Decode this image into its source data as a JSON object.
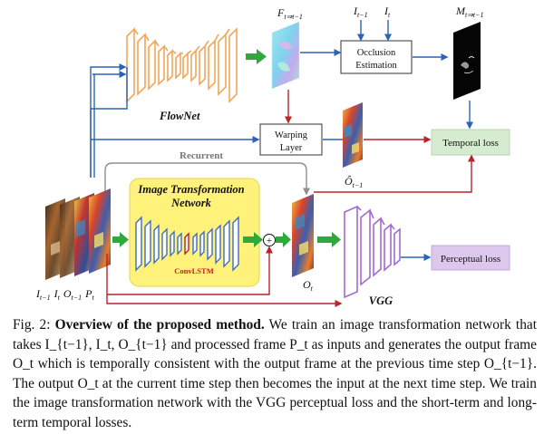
{
  "figure": {
    "flownet_label": "FlowNet",
    "flow_label": "F",
    "flow_subscript": "t⇒t−1",
    "occlusion_label_line1": "Occlusion",
    "occlusion_label_line2": "Estimation",
    "input_prev_label": "I",
    "input_prev_sub": "t−1",
    "input_cur_label": "I",
    "input_cur_sub": "t",
    "mask_label": "M",
    "mask_sub": "t⇒t−1",
    "warping_label_line1": "Warping",
    "warping_label_line2": "Layer",
    "warped_label": "Ô",
    "warped_sub": "t−1",
    "temporal_loss_label": "Temporal loss",
    "recurrent_label": "Recurrent",
    "itn_label_line1": "Image Transformation",
    "itn_label_line2": "Network",
    "convlstm_label": "ConvLSTM",
    "output_label": "O",
    "output_sub": "t",
    "vgg_label": "VGG",
    "perceptual_loss_label": "Perceptual loss",
    "plus_symbol": "+",
    "inputs_label": "I",
    "inputs_labels": [
      {
        "base": "I",
        "sub": "t−1"
      },
      {
        "base": "I",
        "sub": "t"
      },
      {
        "base": "O",
        "sub": "t−1"
      },
      {
        "base": "P",
        "sub": "t"
      }
    ]
  },
  "caption": {
    "prefix": "Fig. 2: ",
    "title": "Overview of the proposed method.",
    "body": " We train an image transformation network that takes I_{t−1}, I_t, O_{t−1} and processed frame P_t as inputs and generates the output frame O_t which is temporally consistent with the output frame at the previous time step O_{t−1}. The output O_t at the current time step then becomes the input at the next time step. We train the image transformation network with the VGG perceptual loss and the short-term and long-term temporal losses."
  },
  "colors": {
    "flownet": "#f2a65a",
    "flow_arrow": "#2eaa3a",
    "arrow_blue": "#2a63b8",
    "arrow_red": "#b8242a",
    "temporal_box": "#d5ecd0",
    "perceptual_box": "#dcc8ec",
    "itn_box": "#fff27a",
    "itn_network": "#3f6ec0",
    "vgg": "#a46ad0",
    "recurrent_loop": "#8f8f8f",
    "convlstm_text": "#c01e1e"
  }
}
